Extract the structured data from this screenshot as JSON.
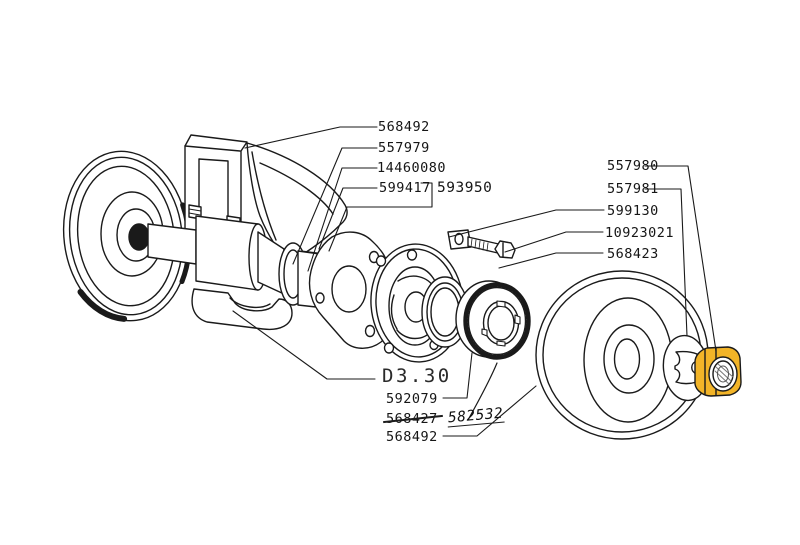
{
  "diagram": {
    "type": "exploded-parts-diagram",
    "subject": "axle shaft, hub, bearing and pulley assembly",
    "background_color": "#ffffff",
    "ink_color": "#1a1a1a",
    "highlight_color": "#F2B428",
    "drawing_ref": "D3.30",
    "labels_top": [
      "568492",
      "557979",
      "14460080",
      "599417"
    ],
    "label_group": "593950",
    "labels_right": [
      "557980",
      "557981",
      "599130",
      "10923021",
      "568423"
    ],
    "labels_bottom": [
      "592079",
      "568427",
      "568492"
    ],
    "handwritten_revision": "582532"
  }
}
